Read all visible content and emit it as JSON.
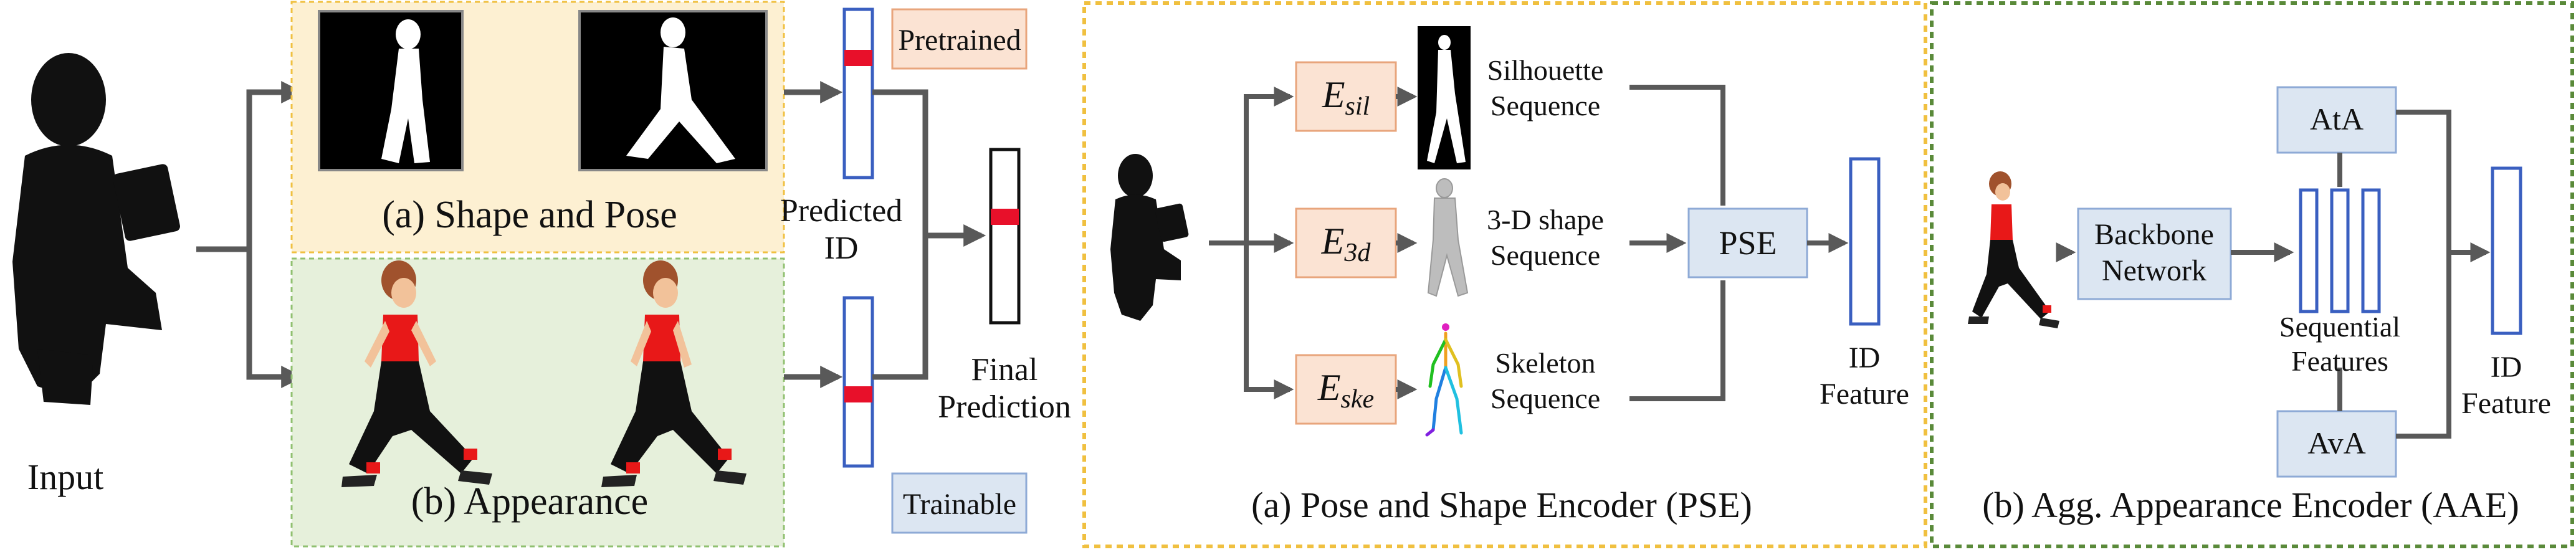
{
  "input": {
    "label": "Input"
  },
  "left": {
    "shape_pose_label": "(a) Shape and Pose",
    "appearance_label": "(b) Appearance",
    "predicted_id_line1": "Predicted",
    "predicted_id_line2": "ID",
    "final_prediction_line1": "Final",
    "final_prediction_line2": "Prediction",
    "legend_pretrained": "Pretrained",
    "legend_trainable": "Trainable"
  },
  "pse": {
    "caption": "(a) Pose and Shape Encoder (PSE)",
    "e_sil": {
      "main": "E",
      "sub": "sil"
    },
    "e_3d": {
      "main": "E",
      "sub": "3d"
    },
    "e_ske": {
      "main": "E",
      "sub": "ske"
    },
    "sil_line1": "Silhouette",
    "sil_line2": "Sequence",
    "shape_line1": "3-D shape",
    "shape_line2": "Sequence",
    "ske_line1": "Skeleton",
    "ske_line2": "Sequence",
    "pse_box": "PSE",
    "id_line1": "ID",
    "id_line2": "Feature"
  },
  "aae": {
    "caption": "(b) Agg. Appearance Encoder (AAE)",
    "backbone_line1": "Backbone",
    "backbone_line2": "Network",
    "ata": "AtA",
    "ava": "AvA",
    "seq_line1": "Sequential",
    "seq_line2": "Features",
    "id_line1": "ID",
    "id_line2": "Feature"
  },
  "colors": {
    "pretrained_fill": "#fbe3d3",
    "pretrained_stroke": "#e8a57c",
    "trainable_fill": "#dce6f2",
    "trainable_stroke": "#8eaad6",
    "shape_bg": "#fdf0d2",
    "appearance_bg": "#e6f0db",
    "pse_border": "#f0c040",
    "aae_border": "#5a8a3a",
    "feature_stroke": "#3a5fc0",
    "id_red": "#e8102a",
    "arrow": "#595959"
  }
}
